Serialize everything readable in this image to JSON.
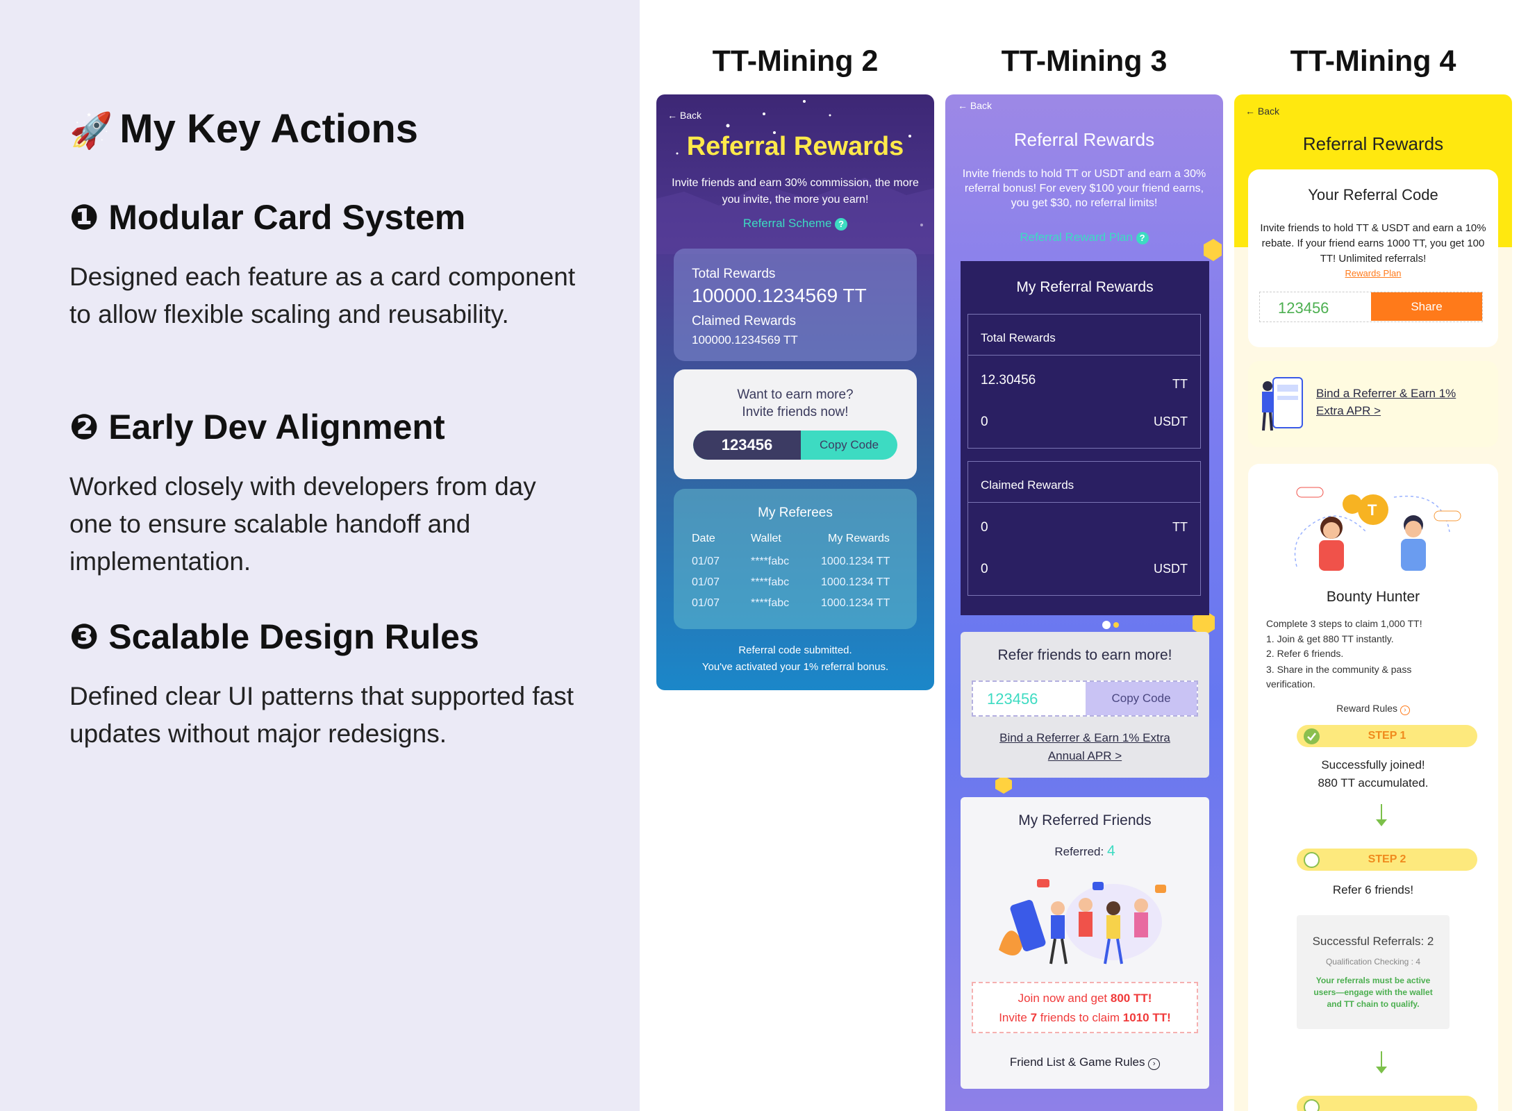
{
  "left": {
    "heading": "My Key Actions",
    "heading_icon": "rocket-icon",
    "sections": [
      {
        "title": "❶ Modular Card System",
        "desc": "Designed each feature as a card component to allow flexible scaling and reusability."
      },
      {
        "title": "❷ Early Dev Alignment",
        "desc": "Worked closely with developers from day one to ensure scalable handoff and implementation."
      },
      {
        "title": "❸ Scalable Design Rules",
        "desc": "Defined clear UI patterns that supported fast updates without major redesigns."
      }
    ]
  },
  "columns": [
    "TT-Mining 2",
    "TT-Mining 3",
    "TT-Mining 4"
  ],
  "m2": {
    "back": "← Back",
    "title": "Referral Rewards",
    "subtitle": "Invite friends and earn 30% commission, the more you invite, the more you earn!",
    "scheme": "Referral Scheme",
    "total_label": "Total Rewards",
    "total_value": "100000.1234569 TT",
    "claimed_label": "Claimed Rewards",
    "claimed_value": "100000.1234569 TT",
    "earn_line1": "Want to earn more?",
    "earn_line2": "Invite friends now!",
    "code": "123456",
    "copy": "Copy Code",
    "referees_title": "My Referees",
    "headers": [
      "Date",
      "Wallet",
      "My Rewards"
    ],
    "rows": [
      [
        "01/07",
        "****fabc",
        "1000.1234 TT"
      ],
      [
        "01/07",
        "****fabc",
        "1000.1234 TT"
      ],
      [
        "01/07",
        "****fabc",
        "1000.1234 TT"
      ]
    ],
    "footer1": "Referral code submitted.",
    "footer2": "You've activated your 1% referral bonus."
  },
  "m3": {
    "back": "← Back",
    "title": "Referral Rewards",
    "subtitle": "Invite friends to hold TT or USDT and earn a 30% referral bonus! For every $100 your friend earns, you get $30, no referral limits!",
    "plan": "Referral Reward Plan",
    "my_rewards": "My Referral Rewards",
    "total_label": "Total Rewards",
    "total_tt": "12.30456",
    "total_usdt": "0",
    "claimed_label": "Claimed Rewards",
    "claimed_tt": "0",
    "claimed_usdt": "0",
    "tt": "TT",
    "usdt": "USDT",
    "refer_title": "Refer friends to earn more!",
    "code": "123456",
    "copy": "Copy Code",
    "bind_link": "Bind a Referrer & Earn 1% Extra Annual APR >",
    "friends_title": "My Referred Friends",
    "referred_label": "Referred:",
    "referred_count": "4",
    "join_pre": "Join now and get ",
    "join_hl": "800 TT!",
    "invite_pre": "Invite ",
    "invite_n": "7",
    "invite_mid": " friends to claim ",
    "invite_hl": "1010 TT!",
    "rules": "Friend List & Game Rules"
  },
  "m4": {
    "back": "← Back",
    "title": "Referral Rewards",
    "code_title": "Your Referral Code",
    "code_desc": "Invite friends to hold TT & USDT and earn a 10% rebate. If your friend earns 1000 TT, you get 100 TT! Unlimited referrals!",
    "plan_link": "Rewards Plan",
    "code": "123456",
    "share": "Share",
    "bind_link": "Bind a Referrer & Earn 1% Extra APR >",
    "bounty_title": "Bounty Hunter",
    "bounty_intro": "Complete 3 steps to claim 1,000 TT!",
    "bounty_steps": [
      "1. Join & get 880 TT instantly.",
      "2. Refer 6 friends.",
      "3. Share in the community & pass verification."
    ],
    "reward_rules": "Reward Rules",
    "step1": "STEP 1",
    "step1_l1": "Successfully joined!",
    "step1_l2": "880 TT accumulated.",
    "step2": "STEP 2",
    "step2_l1": "Refer 6 friends!",
    "succ": "Successful Referrals: 2",
    "qual": "Qualification Checking : 4",
    "qual_note": "Your referrals must be active users—engage with the wallet and TT chain to qualify."
  },
  "colors": {
    "accent_teal": "#3ddbc2",
    "m2_title_yellow": "#ffe94a",
    "m4_yellow": "#ffe80f",
    "orange": "#ff7a1a",
    "red": "#f03a3a"
  }
}
